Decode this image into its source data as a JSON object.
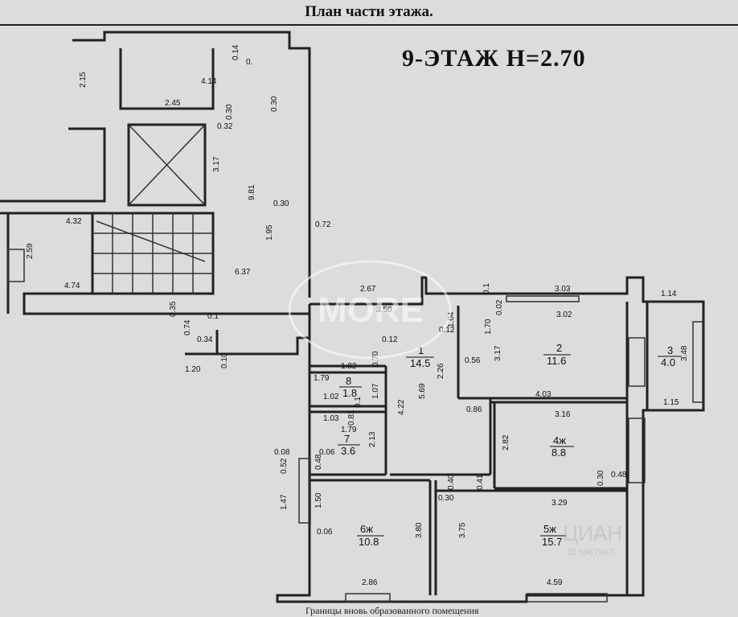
{
  "header": {
    "title": "План части этажа.",
    "floor": "9-ЭТАЖ  Н=2.70"
  },
  "footer": {
    "text": "Границы вновь образованного помещения"
  },
  "rooms": [
    {
      "num": "1",
      "area": "14.5"
    },
    {
      "num": "2",
      "area": "11.6"
    },
    {
      "num": "3",
      "area": "4.0"
    },
    {
      "num": "4ж",
      "area": "8.8"
    },
    {
      "num": "5ж",
      "area": "15.7"
    },
    {
      "num": "6ж",
      "area": "10.8"
    },
    {
      "num": "7",
      "area": "3.6"
    },
    {
      "num": "8",
      "area": "1.8"
    }
  ],
  "dimensions": [
    "0.14",
    "0.",
    "2.15",
    "4.14",
    "2.45",
    "0.30",
    "0.32",
    "0.30",
    "3.17",
    "9.81",
    "0.30",
    "1.95",
    "0.72",
    "4.32",
    "2.59",
    "4.74",
    "6.37",
    "2.67",
    "0.1",
    "3.03",
    "1.14",
    "3.50",
    "3.02",
    "0.35",
    "0.1",
    "0.74",
    "0.34",
    "1.20",
    "0.10",
    "0.12",
    "0.12",
    "1.04",
    "1.70",
    "0.02",
    "3.17",
    "0.56",
    "3.48",
    "1.82",
    "0.70",
    "2.26",
    "1.79",
    "1.07",
    "5.69",
    "4.03",
    "1.15",
    "1.02",
    "0.1",
    "0.81",
    "3.16",
    "1.03",
    "4.22",
    "0.86",
    "1.79",
    "2.13",
    "2.82",
    "0.08",
    "0.06",
    "0.48",
    "0.52",
    "0.40",
    "0.41",
    "0.30",
    "0.48",
    "1.47",
    "1.50",
    "0.30",
    "3.29",
    "0.06",
    "3.80",
    "3.75",
    "2.86",
    "4.59"
  ],
  "watermark": {
    "center": "MORE",
    "brand": "ЦИАН",
    "id": "ID 5967947"
  }
}
